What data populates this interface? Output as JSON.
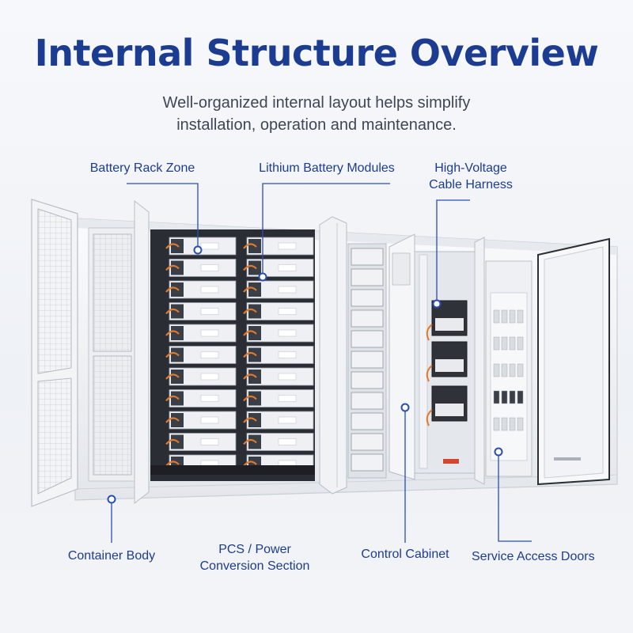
{
  "header": {
    "title": "Internal Structure Overview",
    "subtitle_line1": "Well-organized internal layout helps simplify",
    "subtitle_line2": "installation, operation and maintenance."
  },
  "callouts": {
    "battery_rack_zone": "Battery Rack Zone",
    "lithium_battery_modules": "Lithium Battery Modules",
    "high_voltage_line1": "High-Voltage",
    "high_voltage_line2": "Cable Harness",
    "container_body": "Container Body",
    "pcs_line1": "PCS / Power",
    "pcs_line2": "Conversion Section",
    "control_cabinet": "Control Cabinet",
    "service_access_doors": "Service Access Doors"
  },
  "colors": {
    "title": "#1c3c92",
    "label": "#1c3c92",
    "leader": "#2a4db3",
    "battery_orange": "#e07a2e",
    "container": "#f4f5f7"
  }
}
